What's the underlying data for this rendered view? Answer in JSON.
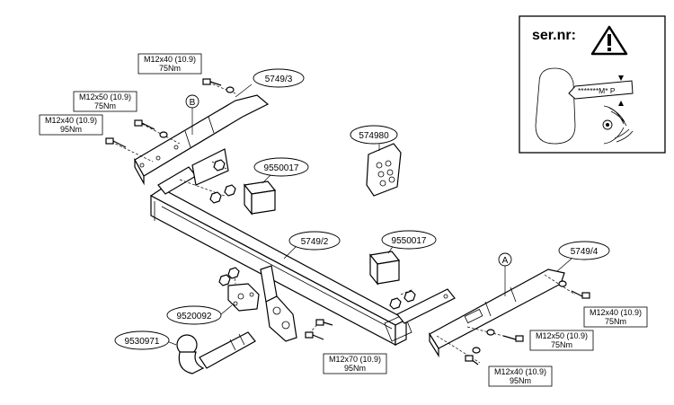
{
  "serial_box": {
    "title": "ser.nr:",
    "plate_text": "*******M* P"
  },
  "part_numbers": {
    "side_left": "5749/3",
    "side_right": "5749/4",
    "crossbar": "5749/2",
    "pad_left": "9550017",
    "pad_right": "9550017",
    "bolt_kit": "574980",
    "socket_plate": "9520092",
    "tow_ball": "9530971"
  },
  "callouts": {
    "b": "B",
    "a": "A"
  },
  "bolt_specs": [
    {
      "size": "M12x40 (10.9)",
      "torque": "75Nm"
    },
    {
      "size": "M12x50 (10.9)",
      "torque": "75Nm"
    },
    {
      "size": "M12x40 (10.9)",
      "torque": "95Nm"
    },
    {
      "size": "M12x40 (10.9)",
      "torque": "75Nm"
    },
    {
      "size": "M12x50 (10.9)",
      "torque": "75Nm"
    },
    {
      "size": "M12x40 (10.9)",
      "torque": "95Nm"
    },
    {
      "size": "M12x70 (10.9)",
      "torque": "95Nm"
    }
  ]
}
